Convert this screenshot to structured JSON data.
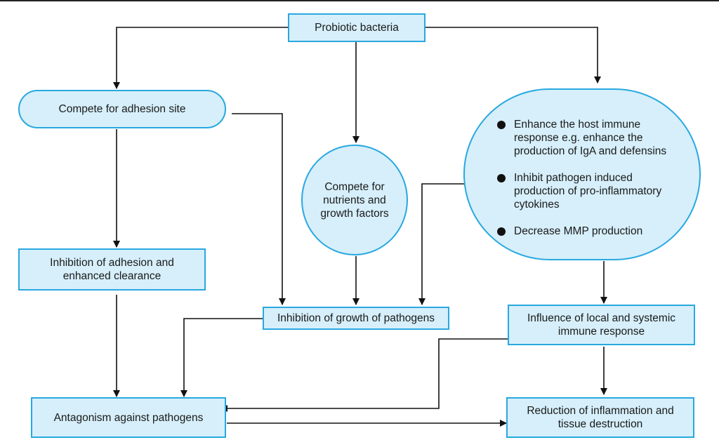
{
  "diagram": {
    "nodes": {
      "probiotic": "Probiotic bacteria",
      "adhesion": "Compete for adhesion site",
      "nutrients": "Compete for\nnutrients and\ngrowth factors",
      "immune_points": [
        "Enhance the host immune\nresponse e.g. enhance the\nproduction of IgA and defensins",
        "Inhibit pathogen induced\nproduction of pro-inflammatory\ncytokines",
        "Decrease MMP production"
      ],
      "inhibition_adhesion": "Inhibition of adhesion and\nenhanced clearance",
      "inhibition_growth": "Inhibition of growth of pathogens",
      "influence_immune": "Influence of local and systemic\nimmune response",
      "antagonism": "Antagonism against pathogens",
      "reduction": "Reduction of inflammation and\ntissue destruction"
    },
    "colors": {
      "fill": "#d6effa",
      "border": "#29a8e0",
      "arrow": "#111111"
    }
  }
}
